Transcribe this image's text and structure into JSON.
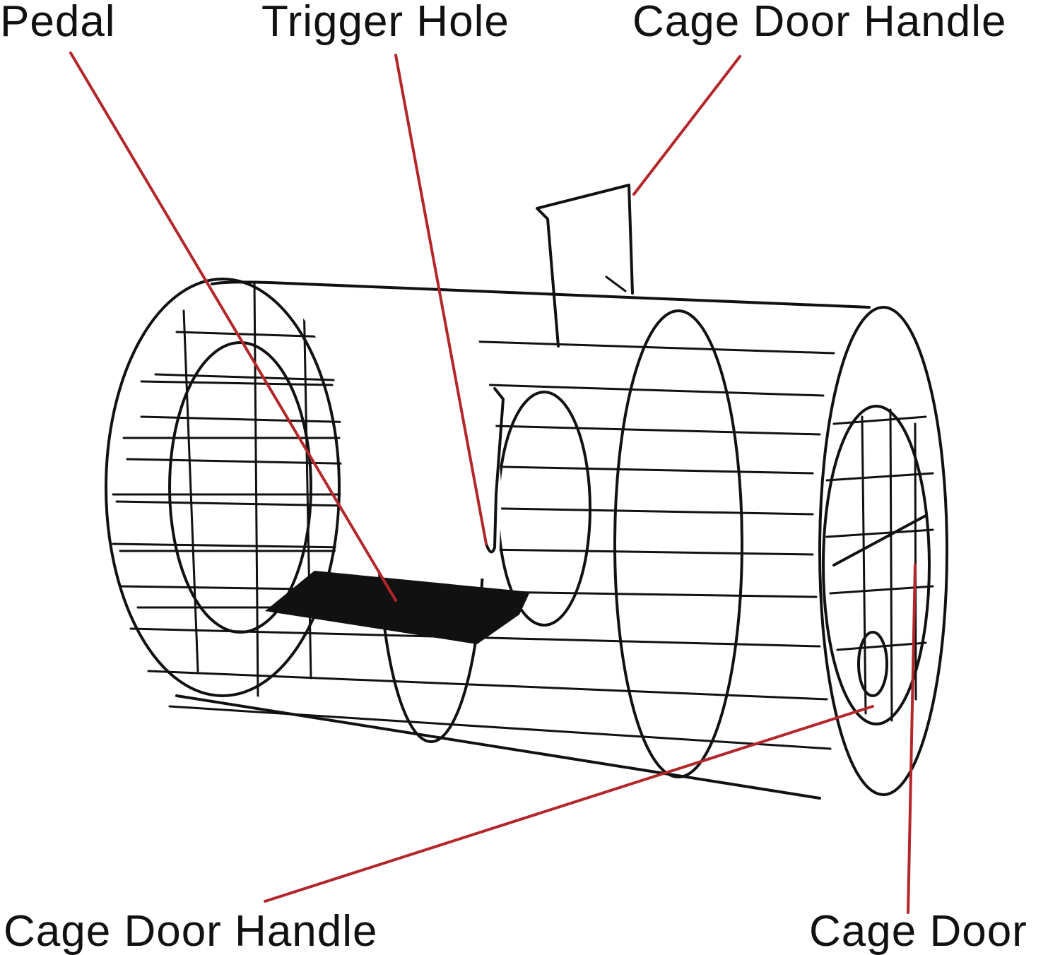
{
  "labels": {
    "pedal": "Pedal",
    "trigger_hole": "Trigger Hole",
    "cage_door_handle_top": "Cage Door Handle",
    "cage_door_handle_bottom": "Cage Door Handle",
    "cage_door": "Cage Door"
  },
  "colors": {
    "leader_line": "#b3262a",
    "wire": "#111111",
    "pedal_fill": "#111111",
    "background": "#ffffff"
  }
}
